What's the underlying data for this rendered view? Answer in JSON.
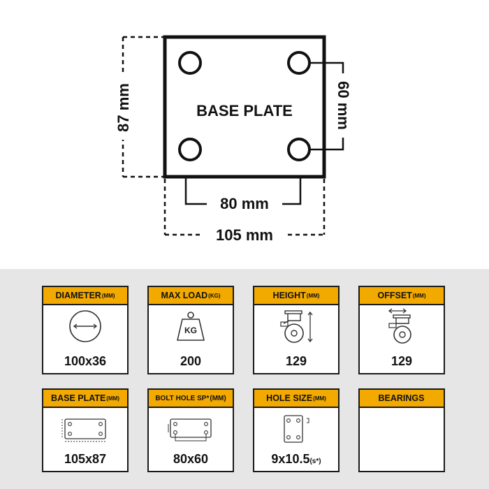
{
  "diagram": {
    "plate_label": "BASE PLATE",
    "height_label": "87 mm",
    "hole_spacing_vertical_label": "60 mm",
    "hole_spacing_horizontal_label": "80 mm",
    "width_label": "105 mm"
  },
  "specs": [
    {
      "title": "DIAMETER",
      "unit": "(MM)",
      "value": "100x36",
      "suffix": "",
      "icon": "wheel-diameter-icon"
    },
    {
      "title": "MAX LOAD",
      "unit": "(KG)",
      "value": "200",
      "suffix": "",
      "icon": "weight-icon",
      "icon_text": "KG"
    },
    {
      "title": "HEIGHT",
      "unit": "(MM)",
      "value": "129",
      "suffix": "",
      "icon": "caster-height-icon"
    },
    {
      "title": "OFFSET",
      "unit": "(MM)",
      "value": "129",
      "suffix": "",
      "icon": "caster-offset-icon"
    },
    {
      "title": "BASE PLATE",
      "unit": "(MM)",
      "value": "105x87",
      "suffix": "",
      "icon": "base-plate-icon"
    },
    {
      "title": "BOLT HOLE SP*",
      "unit": "(MM)",
      "value": "80x60",
      "suffix": "",
      "icon": "bolt-hole-spacing-icon"
    },
    {
      "title": "HOLE SIZE",
      "unit": "(MM)",
      "value": "9x10.5",
      "suffix": "(s*)",
      "icon": "hole-size-icon"
    },
    {
      "title": "BEARINGS",
      "unit": "",
      "value": "",
      "suffix": "",
      "icon": ""
    }
  ],
  "colors": {
    "header": "#f2a900",
    "panel_bg": "#e6e6e6",
    "border": "#1a1a1a"
  }
}
